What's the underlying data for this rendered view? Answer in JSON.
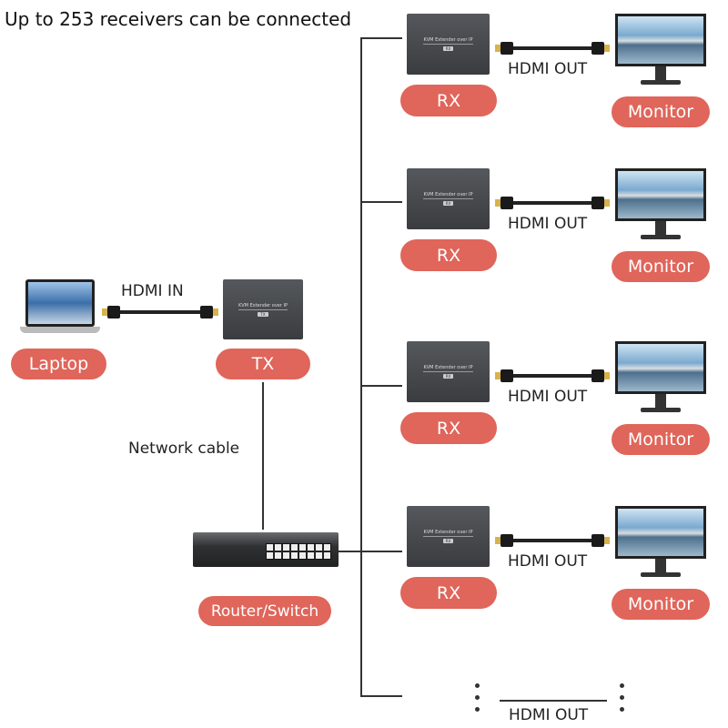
{
  "title": "Up to 253 receivers can be connected",
  "device_text": "KVM Extender over IP",
  "laptop": {
    "label": "Laptop"
  },
  "hdmi_in": "HDMI IN",
  "tx": {
    "label": "TX",
    "badge": "TX"
  },
  "network_cable": "Network cable",
  "switch": {
    "label": "Router/Switch"
  },
  "receivers": [
    {
      "rx_label": "RX",
      "badge": "RX",
      "cable_label": "HDMI OUT",
      "monitor_label": "Monitor"
    },
    {
      "rx_label": "RX",
      "badge": "RX",
      "cable_label": "HDMI OUT",
      "monitor_label": "Monitor"
    },
    {
      "rx_label": "RX",
      "badge": "RX",
      "cable_label": "HDMI OUT",
      "monitor_label": "Monitor"
    },
    {
      "rx_label": "RX",
      "badge": "RX",
      "cable_label": "HDMI OUT",
      "monitor_label": "Monitor"
    }
  ],
  "more": {
    "cable_label": "HDMI OUT"
  },
  "colors": {
    "pill": "#e0655a",
    "device": "#45484b"
  }
}
